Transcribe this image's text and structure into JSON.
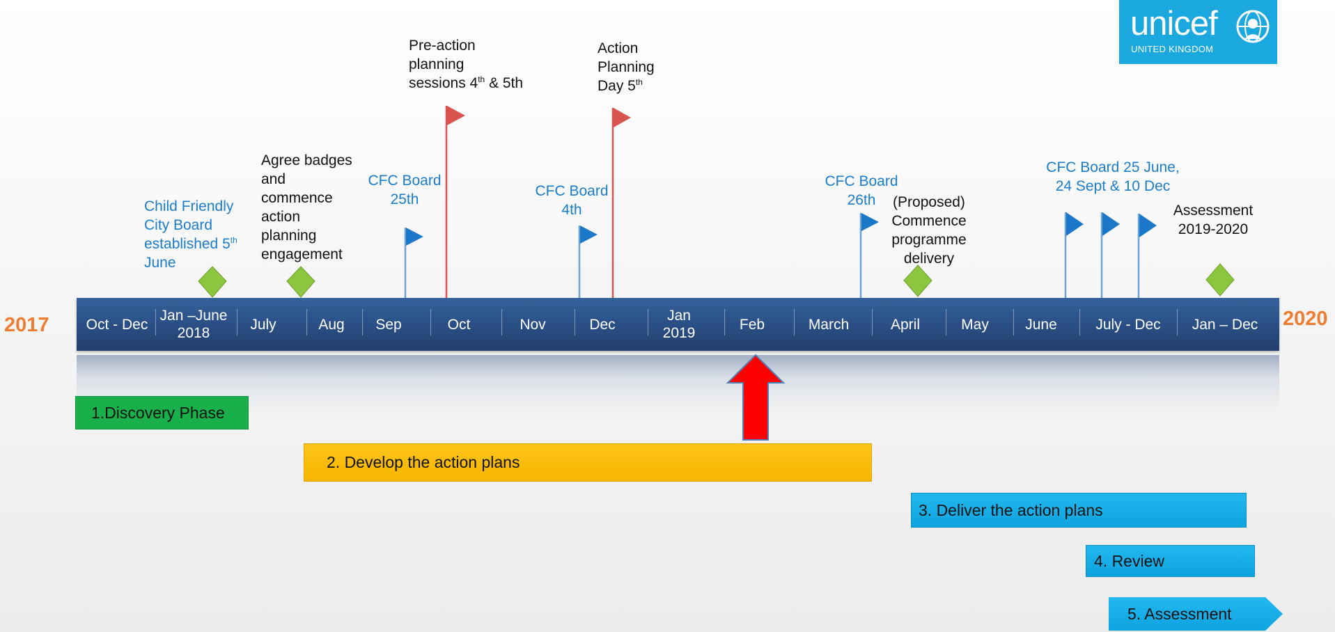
{
  "logo": {
    "word": "unicef",
    "sub": "UNITED KINGDOM"
  },
  "years": {
    "start": "2017",
    "end": "2020"
  },
  "months": [
    {
      "line1": "Oct - Dec",
      "line2": ""
    },
    {
      "line1": "Jan –June",
      "line2": "2018"
    },
    {
      "line1": "July",
      "line2": ""
    },
    {
      "line1": "Aug",
      "line2": ""
    },
    {
      "line1": "Sep",
      "line2": ""
    },
    {
      "line1": "Oct",
      "line2": ""
    },
    {
      "line1": "Nov",
      "line2": ""
    },
    {
      "line1": "Dec",
      "line2": ""
    },
    {
      "line1": "Jan",
      "line2": "2019"
    },
    {
      "line1": "Feb",
      "line2": ""
    },
    {
      "line1": "March",
      "line2": ""
    },
    {
      "line1": "April",
      "line2": ""
    },
    {
      "line1": "May",
      "line2": ""
    },
    {
      "line1": "June",
      "line2": ""
    },
    {
      "line1": "July - Dec",
      "line2": ""
    },
    {
      "line1": "Jan – Dec",
      "line2": ""
    }
  ],
  "milestones": {
    "cfc_established": {
      "l1": "Child Friendly",
      "l2": "City Board",
      "l3": "established 5",
      "l3_sup": "th",
      "l4": "June"
    },
    "agree_badges": {
      "l1": "Agree badges",
      "l2": "and",
      "l3": "commence",
      "l4": "action",
      "l5": "planning",
      "l6": "engagement"
    },
    "cfc_25th": {
      "l1": "CFC Board",
      "l2": "25th"
    },
    "pre_action": {
      "l1": "Pre-action",
      "l2": "planning",
      "l3a": "sessions 4",
      "l3_sup": "th",
      "l3b": " & 5th"
    },
    "cfc_4th": {
      "l1": "CFC Board",
      "l2": "4th"
    },
    "action_planning": {
      "l1": "Action",
      "l2": "Planning",
      "l3": "Day 5",
      "l3_sup": "th"
    },
    "cfc_26th": {
      "l1": "CFC Board",
      "l2": "26th"
    },
    "commence_delivery": {
      "l1": "(Proposed)",
      "l2": "Commence",
      "l3": "programme",
      "l4": "delivery"
    },
    "cfc_june": {
      "l1": "CFC Board 25 June,",
      "l2": "24 Sept & 10 Dec"
    },
    "assessment": {
      "l1": "Assessment",
      "l2": "2019-2020"
    }
  },
  "phases": [
    {
      "label": "1.Discovery Phase",
      "color": "#19b04b"
    },
    {
      "label": "2. Develop the action plans",
      "color": "#fcbc0b"
    },
    {
      "label": "3. Deliver the action plans",
      "color": "#15aeea"
    },
    {
      "label": "4. Review",
      "color": "#15aeea"
    },
    {
      "label": "5. Assessment",
      "color": "#15aeea"
    }
  ],
  "colors": {
    "band": "#2b5188",
    "year": "#ee7d31",
    "blue_text": "#1b7dc9",
    "blue_flag": "#1b78c8",
    "red_flag": "#d9534f",
    "diamond": "#8cc63f",
    "current_arrow": "#ff0000"
  }
}
